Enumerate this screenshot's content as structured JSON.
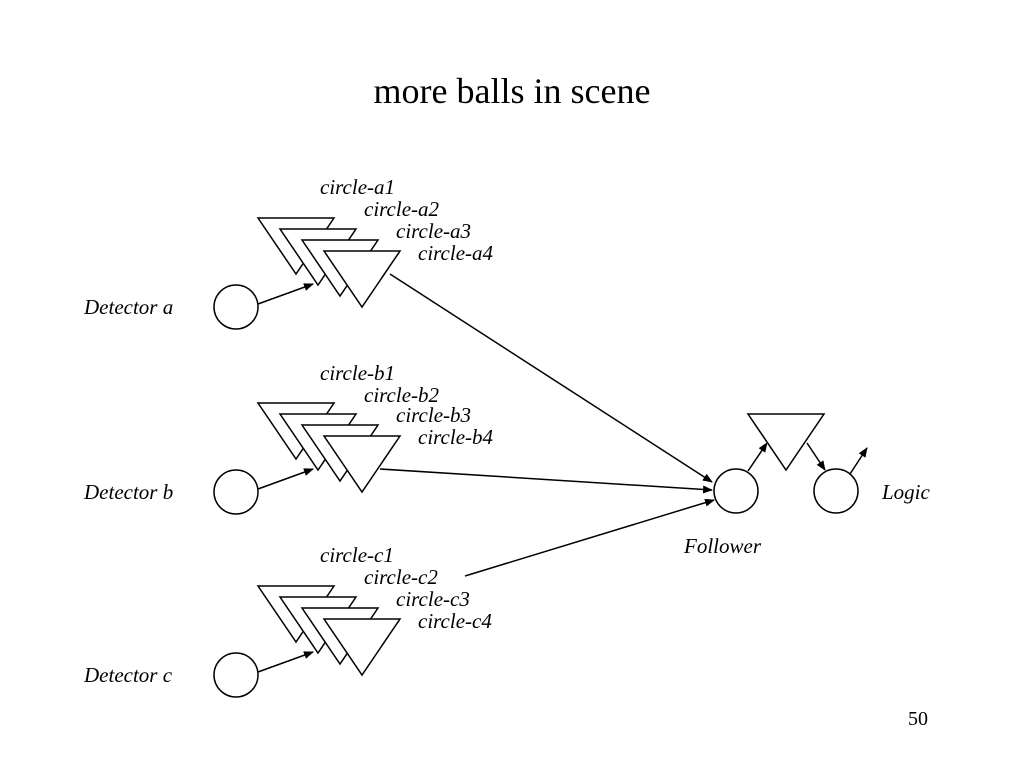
{
  "slide": {
    "title": "more balls in scene",
    "page_number": "50"
  },
  "detectors": [
    {
      "label": "Detector a",
      "circles": [
        "circle-a1",
        "circle-a2",
        "circle-a3",
        "circle-a4"
      ]
    },
    {
      "label": "Detector b",
      "circles": [
        "circle-b1",
        "circle-b2",
        "circle-b3",
        "circle-b4"
      ]
    },
    {
      "label": "Detector c",
      "circles": [
        "circle-c1",
        "circle-c2",
        "circle-c3",
        "circle-c4"
      ]
    }
  ],
  "follower": {
    "label": "Follower"
  },
  "logic": {
    "label": "Logic"
  }
}
